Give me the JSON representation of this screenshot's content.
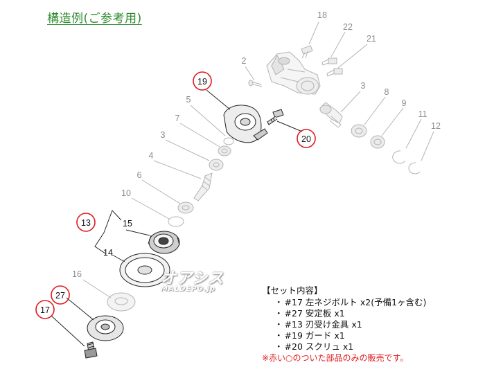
{
  "title": "構造例(ご参考用)",
  "labels": {
    "p2": "2",
    "p3a": "3",
    "p3b": "3",
    "p4": "4",
    "p5": "5",
    "p6": "6",
    "p7": "7",
    "p8": "8",
    "p9": "9",
    "p10": "10",
    "p11": "11",
    "p12": "12",
    "p13": "13",
    "p14": "14",
    "p15": "15",
    "p16": "16",
    "p17": "17",
    "p18": "18",
    "p19": "19",
    "p20": "20",
    "p21": "21",
    "p22": "22",
    "p27": "27"
  },
  "watermark": {
    "logo": "オアシス",
    "site": "MALDEPO.jp"
  },
  "set_contents": {
    "header": "【セット内容】",
    "items": [
      "#17 左ネジボルト x2(予備1ヶ含む)",
      "#27 安定板 x1",
      "#13 刃受け金具 x1",
      "#19 ガード x1",
      "#20 スクリュ x1"
    ],
    "note": "※赤い○のついた部品のみの販売です。"
  },
  "colors": {
    "highlight": "#e0191e",
    "title": "#2e8b2e",
    "faded": "#aaaaaa"
  }
}
